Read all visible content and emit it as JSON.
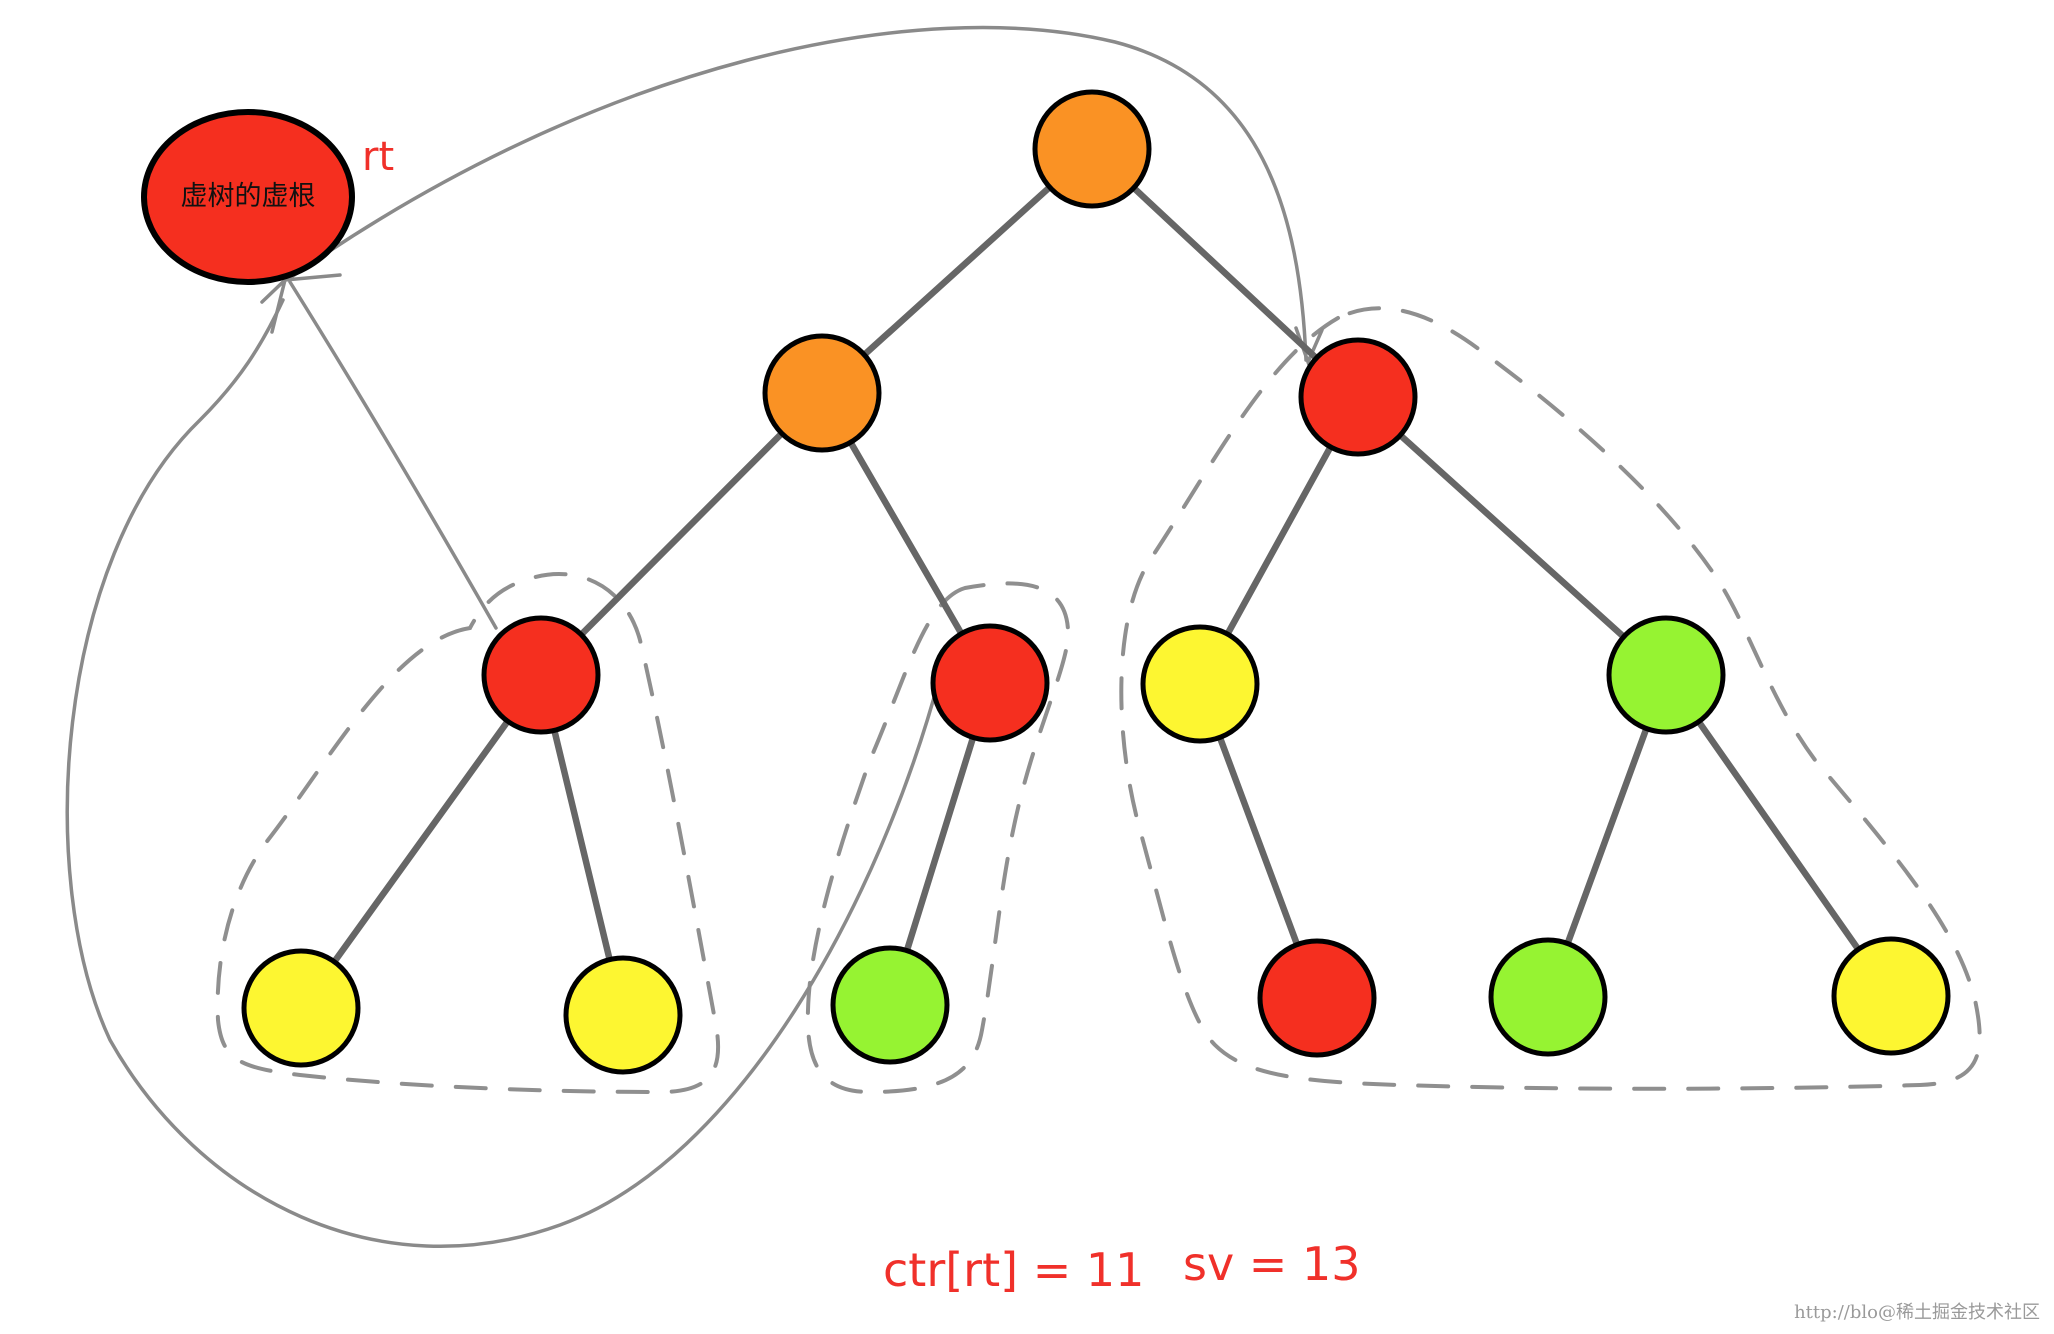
{
  "root": {
    "label": "虚树的虚根",
    "tag": "rt",
    "color": "#f52f1f"
  },
  "colors": {
    "orange": "#fa9224",
    "red": "#f52f1f",
    "yellow": "#fdf631",
    "green": "#96f332",
    "outline": "#000000",
    "edge": "#666666",
    "arrow": "#8a8a8a",
    "dash": "#8f8f8f",
    "annotation": "#f0302a"
  },
  "nodes": [
    {
      "id": "n1",
      "color": "orange"
    },
    {
      "id": "n2",
      "color": "orange"
    },
    {
      "id": "n3",
      "color": "red"
    },
    {
      "id": "n4",
      "color": "red"
    },
    {
      "id": "n5",
      "color": "red"
    },
    {
      "id": "n6",
      "color": "yellow"
    },
    {
      "id": "n7",
      "color": "green"
    },
    {
      "id": "n8",
      "color": "yellow"
    },
    {
      "id": "n9",
      "color": "yellow"
    },
    {
      "id": "n10",
      "color": "green"
    },
    {
      "id": "n11",
      "color": "red"
    },
    {
      "id": "n12",
      "color": "green"
    },
    {
      "id": "n13",
      "color": "yellow"
    }
  ],
  "edges": [
    [
      "n1",
      "n2"
    ],
    [
      "n1",
      "n3"
    ],
    [
      "n2",
      "n4"
    ],
    [
      "n2",
      "n5"
    ],
    [
      "n3",
      "n6"
    ],
    [
      "n3",
      "n7"
    ],
    [
      "n4",
      "n8"
    ],
    [
      "n4",
      "n9"
    ],
    [
      "n5",
      "n10"
    ],
    [
      "n6",
      "n11"
    ],
    [
      "n7",
      "n12"
    ],
    [
      "n7",
      "n13"
    ]
  ],
  "annotation": {
    "ctr": "ctr[rt] = 11",
    "sv": "sv = 13"
  },
  "watermark": "http://blo@稀土掘金技术社区"
}
